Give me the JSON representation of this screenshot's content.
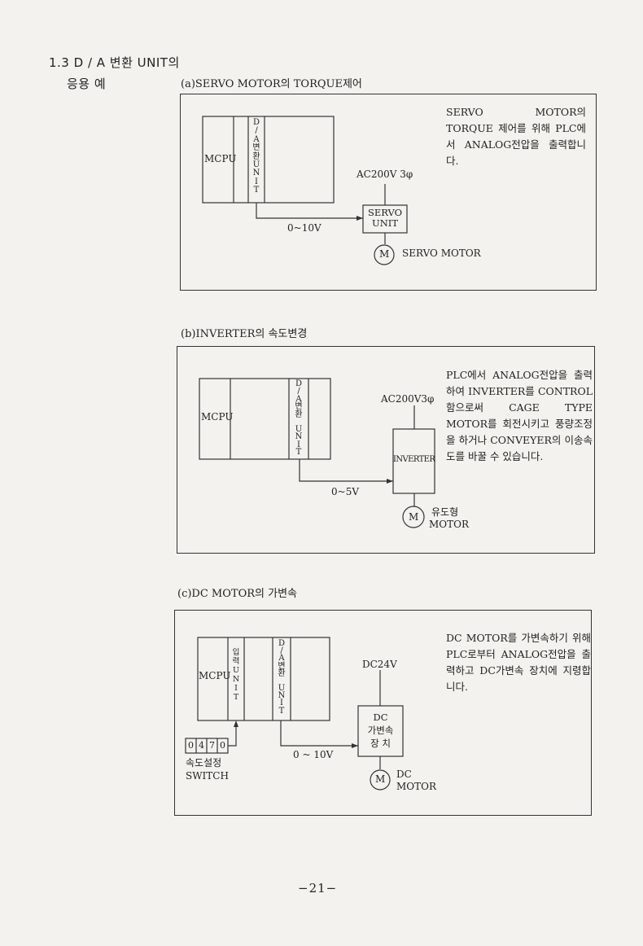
{
  "section": {
    "title": "1.3 D / A 변환 UNIT의",
    "subtitle": "응용 예"
  },
  "panels": [
    {
      "caption": "(a)SERVO MOTOR의 TORQUE제어",
      "description": "SERVO MOTOR의 TORQUE 제어를 위해 PLC에서 ANALOG전압을 출력합니다.",
      "cpu_label": "MCPU",
      "da_label_lines": [
        "D",
        "/",
        "A",
        "변",
        "환",
        "U",
        "N",
        "I",
        "T"
      ],
      "power_label": "AC200V 3φ",
      "signal_label": "0~10V",
      "unit_label_lines": [
        "SERVO",
        "UNIT"
      ],
      "motor_symbol": "M",
      "motor_label": "SERVO MOTOR"
    },
    {
      "caption": "(b)INVERTER의 속도변경",
      "description": "PLC에서 ANALOG전압을 출력하여 INVERTER를 CONTROL함으로써 CAGE TYPE MOTOR를 회전시키고 풍량조정을 하거나 CONVEYER의 이송속도를 바꿀 수 있습니다.",
      "cpu_label": "MCPU",
      "da_label_lines": [
        "D",
        "/",
        "A",
        "변",
        "환",
        "",
        "U",
        "N",
        "I",
        "T"
      ],
      "power_label": "AC200V3φ",
      "signal_label": "0~5V",
      "unit_label_lines": [
        "INVERTER"
      ],
      "motor_symbol": "M",
      "motor_label_lines": [
        "유도형",
        "MOTOR"
      ]
    },
    {
      "caption": "(c)DC MOTOR의 가변속",
      "description": "DC MOTOR를 가변속하기 위해 PLC로부터 ANALOG전압을 출력하고 DC가변속 장치에 지령합니다.",
      "cpu_label": "MCPU",
      "input_label_lines": [
        "입",
        "력",
        "U",
        "N",
        "I",
        "T"
      ],
      "da_label_lines": [
        "D",
        "/",
        "A",
        "변",
        "환",
        "",
        "U",
        "N",
        "I",
        "T"
      ],
      "power_label": "DC24V",
      "signal_label": "0 ~ 10V",
      "unit_label_lines": [
        "DC",
        "가변속",
        "장 치"
      ],
      "motor_symbol": "M",
      "motor_label_lines": [
        "DC",
        "MOTOR"
      ],
      "switch_digits": [
        "0",
        "4",
        "7",
        "0"
      ],
      "switch_label_lines": [
        "속도설정",
        "SWITCH"
      ]
    }
  ],
  "page_number": "−21−"
}
